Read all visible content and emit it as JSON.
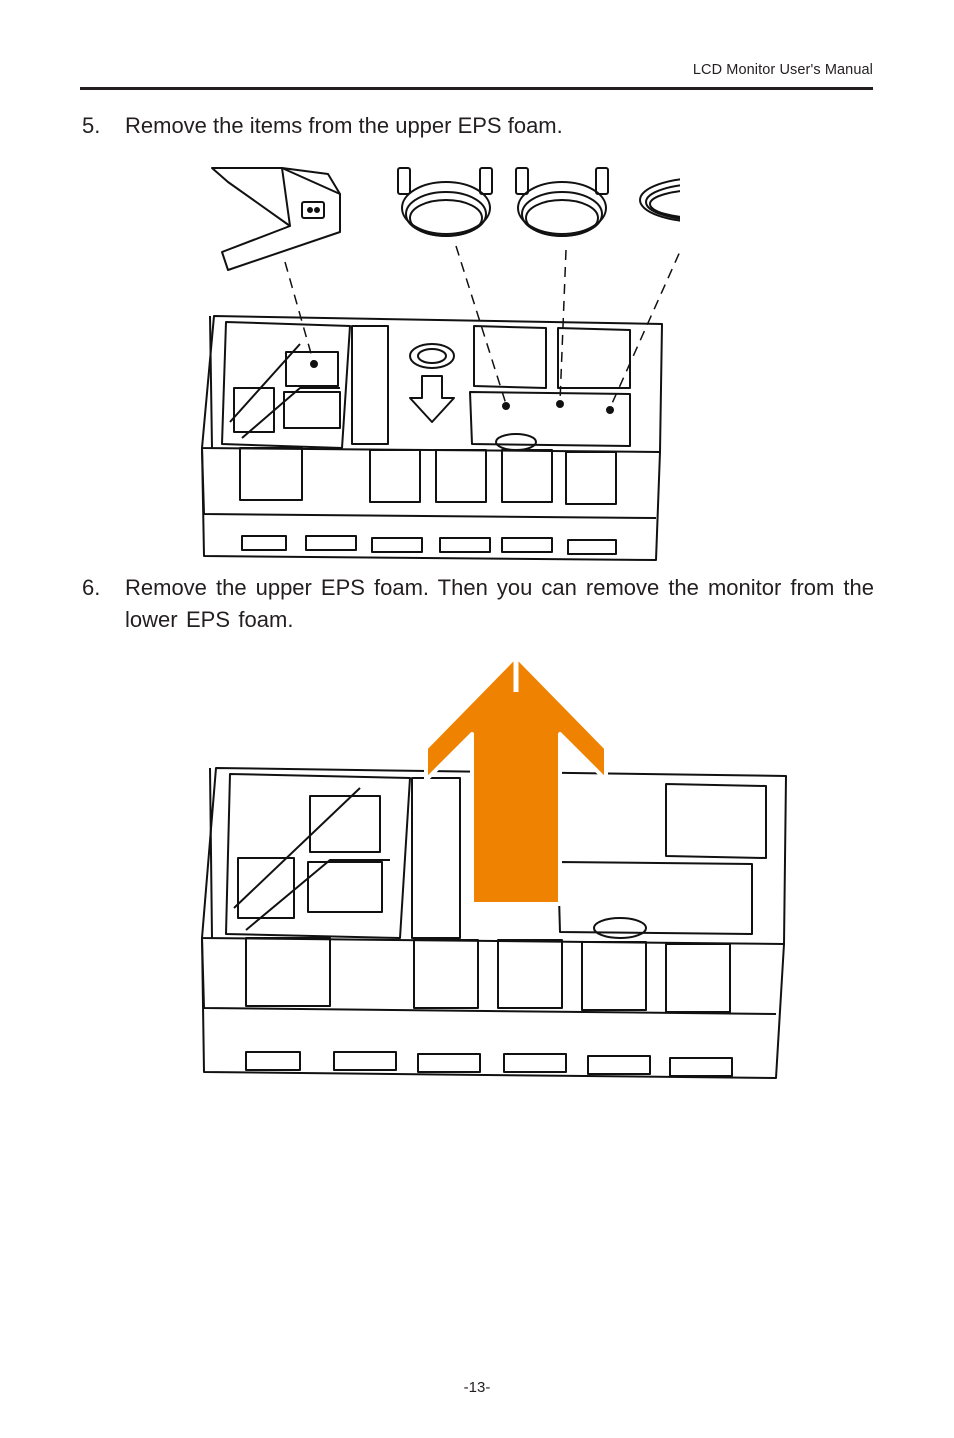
{
  "header": {
    "title": "LCD Monitor User's Manual"
  },
  "steps": [
    {
      "number": "5.",
      "text": "Remove the items from the upper EPS foam."
    },
    {
      "number": "6.",
      "text": "Remove the upper EPS foam. Then you can remove the monitor from the lower EPS foam."
    }
  ],
  "figures": {
    "step5": {
      "items": [
        "stand-base",
        "cable-1",
        "cable-2",
        "power-cord"
      ]
    },
    "step6": {
      "arrow_color": "#ef8200"
    }
  },
  "footer": {
    "page_number": "-13-"
  }
}
